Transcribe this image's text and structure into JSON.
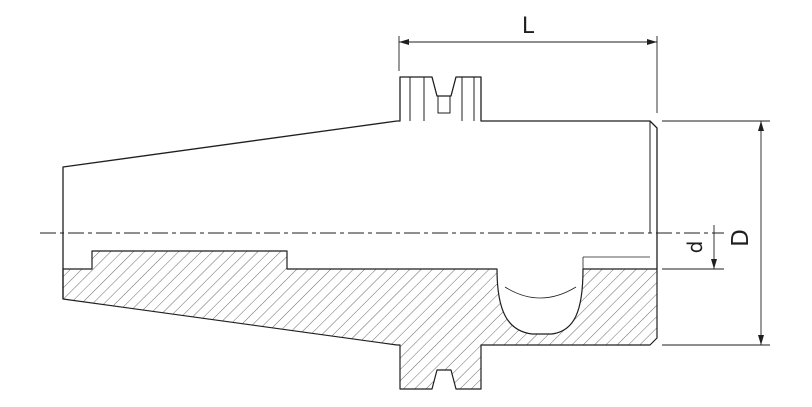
{
  "page": {
    "background": "#ffffff"
  },
  "drawing": {
    "type": "technical-drawing",
    "subject": "tool-holder-half-section",
    "line_color": "#1f1f1f",
    "dimensions": {
      "length": {
        "label": "L"
      },
      "bore_diameter": {
        "label": "d"
      },
      "outer_diameter": {
        "label": "D"
      }
    }
  }
}
